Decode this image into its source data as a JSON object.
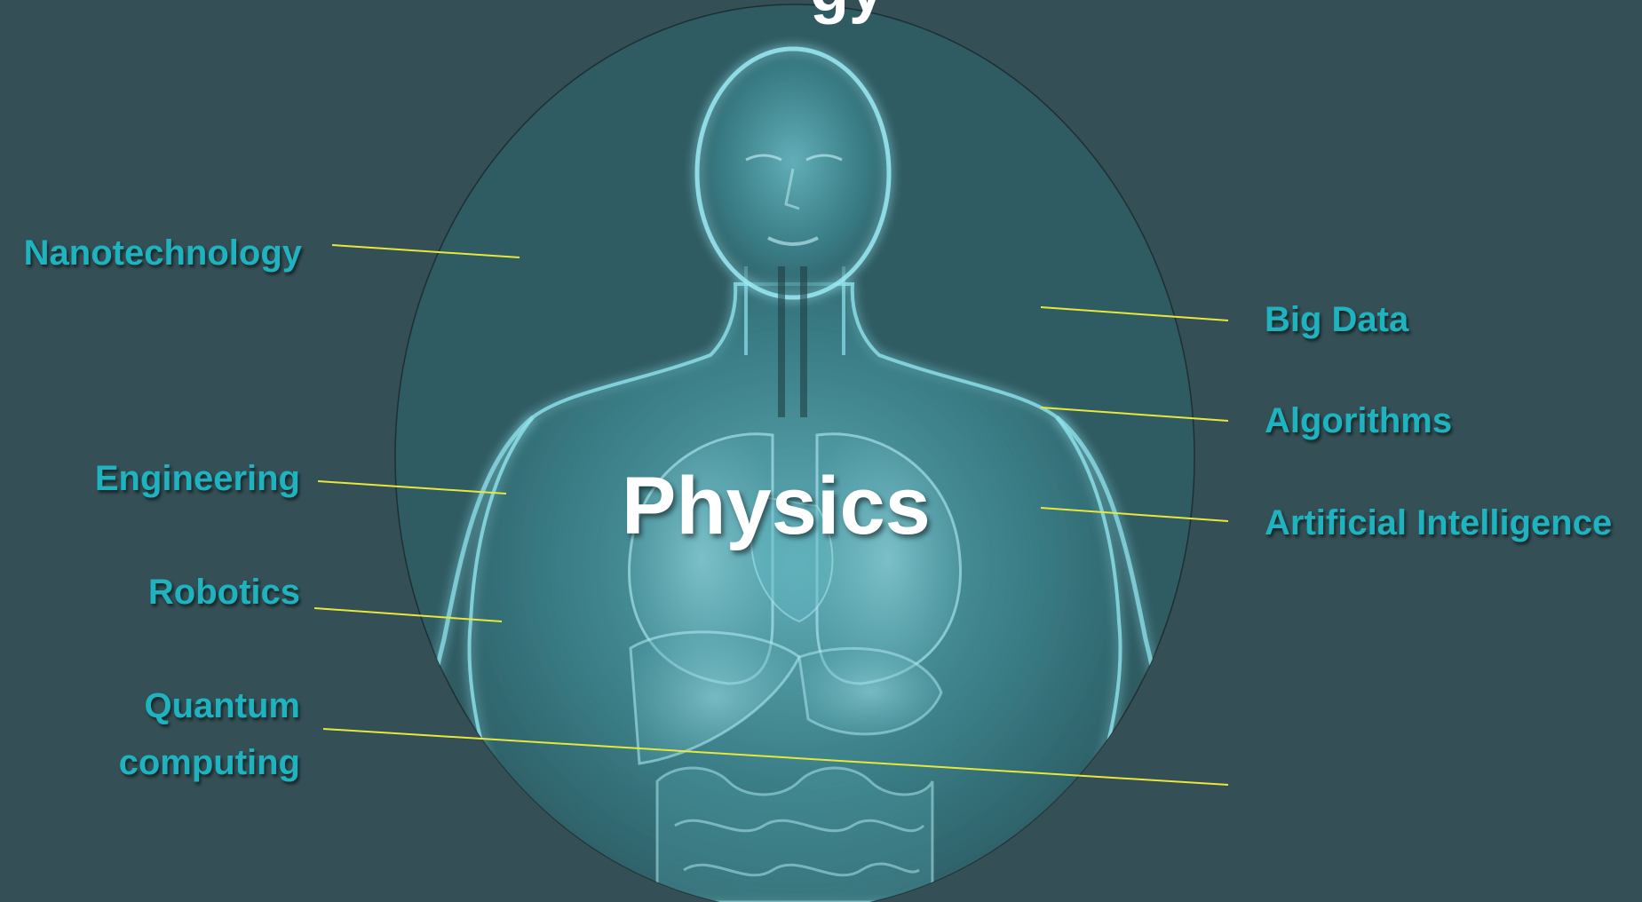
{
  "title_fragment": "gy",
  "center": {
    "label": "Physics"
  },
  "left_labels": [
    {
      "id": "nanotechnology",
      "text": "Nanotechnology"
    },
    {
      "id": "engineering",
      "text": "Engineering"
    },
    {
      "id": "robotics",
      "text": "Robotics"
    },
    {
      "id": "quantum_line1",
      "text": "Quantum"
    },
    {
      "id": "quantum_line2",
      "text": "computing"
    }
  ],
  "right_labels": [
    {
      "id": "big_data",
      "text": "Big Data"
    },
    {
      "id": "algorithms",
      "text": "Algorithms"
    },
    {
      "id": "artificial_intelligence",
      "text": "Artificial Intelligence"
    }
  ],
  "colors": {
    "background": "#344f55",
    "label_text": "#1fb3c0",
    "connector_line": "#e8e83a",
    "center_text": "#ffffff",
    "body_glow": "#7fd8e4"
  },
  "image": {
    "subject": "translucent-human-torso-anatomy"
  }
}
